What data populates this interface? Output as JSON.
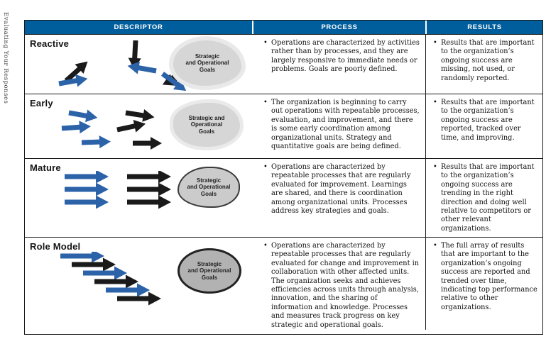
{
  "page": {
    "vertical_label": "Evaluating Your Responses"
  },
  "colors": {
    "header_bg": "#015e9d",
    "header_text": "#ffffff",
    "arrow_blue": "#2b62a8",
    "arrow_black": "#1a1a1a"
  },
  "table": {
    "headers": [
      "DESCRIPTOR",
      "PROCESS",
      "RESULTS"
    ],
    "rows": [
      {
        "label": "Reactive",
        "goal_lines": [
          "Strategic",
          "and Operational",
          "Goals"
        ],
        "process": "Operations are characterized by activities rather than by processes, and they are largely responsive to immediate needs or problems. Goals are poorly defined.",
        "results": "Results that are important to the organization’s ongoing success are missing, not used, or randomly reported."
      },
      {
        "label": "Early",
        "goal_lines": [
          "Strategic and",
          "Operational",
          "Goals"
        ],
        "process": "The organization is beginning to carry out operations with repeatable processes, evaluation, and improvement, and there is some early coordination among organizational units. Strategy and quantitative goals are being defined.",
        "results": "Results that are important to the organization’s ongoing success are reported, tracked over time, and improving."
      },
      {
        "label": "Mature",
        "goal_lines": [
          "Strategic",
          "and Operational",
          "Goals"
        ],
        "process": "Operations are characterized by repeatable processes that are regularly evaluated for improvement. Learnings are shared, and there is coordination among organizational units. Processes address key strategies and goals.",
        "results": "Results that are important to the organization’s ongoing success are trending in the right direction and doing well relative to competitors or other relevant organizations."
      },
      {
        "label": "Role Model",
        "goal_lines": [
          "Strategic",
          "and Operational",
          "Goals"
        ],
        "process": "Operations are characterized by repeatable processes that are regularly evaluated for change and improvement in collaboration with other affected units. The organization seeks and achieves efficiencies across units through analysis, innovation, and the sharing of information and knowledge. Processes and measures track progress on key strategic and operational goals.",
        "results": "The full array of results that are important to the organization’s ongoing success are reported and trended over time, indicating top performance relative to other organizations."
      }
    ]
  }
}
